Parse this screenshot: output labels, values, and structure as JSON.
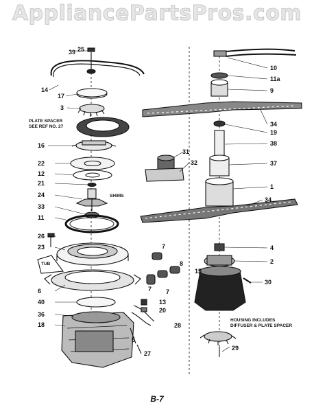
{
  "watermark": "AppliancePartsPros.com",
  "page_label": "B-7",
  "notes": {
    "plate_spacer_1": "PLATE SPACER",
    "plate_spacer_2": "SEE REF NO. 27",
    "shims": "SHIMS",
    "tub": "TUB",
    "housing_1": "HOUSING INCLUDES",
    "housing_2": "DIFFUSER & PLATE SPACER"
  },
  "callouts": [
    "39",
    "25",
    "14",
    "17",
    "3",
    "16",
    "22",
    "12",
    "21",
    "24",
    "33",
    "11",
    "26",
    "23",
    "6",
    "40",
    "36",
    "18",
    "5",
    "27",
    "7",
    "7",
    "8",
    "7",
    "13",
    "20",
    "28",
    "10",
    "11a",
    "9",
    "34",
    "19",
    "38",
    "31",
    "32",
    "37",
    "1",
    "34",
    "4",
    "2",
    "15",
    "30",
    "29"
  ]
}
